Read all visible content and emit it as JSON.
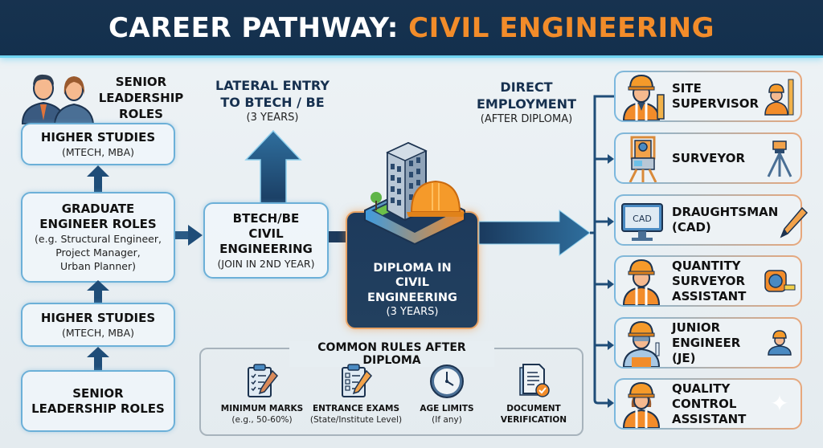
{
  "header": {
    "title_main": "CAREER PATHWAY:",
    "title_accent": "CIVIL ENGINEERING",
    "accent_color": "#f28c2a",
    "background_color": "#17324f"
  },
  "left_column": {
    "top_label": "SENIOR LEADERSHIP ROLES",
    "top_label_lines": [
      "SENIOR",
      "LEADERSHIP",
      "ROLES"
    ],
    "boxes": [
      {
        "title": "HIGHER STUDIES",
        "sub": "(MTECH, MBA)"
      },
      {
        "title_lines": [
          "GRADUATE",
          "ENGINEER ROLES"
        ],
        "sub_lines": [
          "(e.g. Structural Engineer,",
          "Project Manager,",
          "Urban Planner)"
        ]
      },
      {
        "title": "HIGHER STUDIES",
        "sub": "(MTECH, MBA)"
      },
      {
        "title_lines": [
          "SENIOR",
          "LEADERSHIP ROLES"
        ]
      }
    ]
  },
  "lateral": {
    "label_lines": [
      "LATERAL ENTRY",
      "TO BTECH / BE"
    ],
    "label_sub": "(3 YEARS)",
    "box_title_lines": [
      "BTECH/BE",
      "CIVIL",
      "ENGINEERING"
    ],
    "box_sub": "(JOIN IN 2ND YEAR)"
  },
  "diploma": {
    "title_lines": [
      "DIPLOMA IN",
      "CIVIL",
      "ENGINEERING"
    ],
    "sub": "(3 YEARS)"
  },
  "direct": {
    "label_lines": [
      "DIRECT",
      "EMPLOYMENT"
    ],
    "label_sub": "(AFTER DIPLOMA)"
  },
  "jobs": [
    {
      "label_lines": [
        "SITE",
        "SUPERVISOR"
      ],
      "icon": "supervisor-icon",
      "deco": "worker-ruler-icon"
    },
    {
      "label_lines": [
        "SURVEYOR"
      ],
      "icon": "total-station-icon",
      "deco": "tripod-icon"
    },
    {
      "label_lines": [
        "DRAUGHTSMAN",
        "(CAD)"
      ],
      "icon": "cad-monitor-icon",
      "deco": "pencil-icon",
      "monitor_text": "CAD"
    },
    {
      "label_lines": [
        "QUANTITY",
        "SURVEYOR",
        "ASSISTANT"
      ],
      "icon": "worker-icon",
      "deco": "tape-measure-icon"
    },
    {
      "label_lines": [
        "JUNIOR",
        "ENGINEER (JE)"
      ],
      "icon": "engineer-icon",
      "deco": "small-worker-icon"
    },
    {
      "label_lines": [
        "QUALITY CONTROL",
        "ASSISTANT"
      ],
      "icon": "female-worker-icon",
      "deco": ""
    }
  ],
  "rules": {
    "title": "COMMON RULES AFTER DIPLOMA",
    "items": [
      {
        "title": "MINIMUM MARKS",
        "sub": "(e.g., 50-60%)",
        "icon": "checklist-pencil-icon"
      },
      {
        "title": "ENTRANCE EXAMS",
        "sub": "(State/Institute Level)",
        "icon": "exam-clipboard-icon"
      },
      {
        "title": "AGE LIMITS",
        "sub": "(If any)",
        "icon": "clock-icon"
      },
      {
        "title_lines": [
          "DOCUMENT",
          "VERIFICATION"
        ],
        "icon": "document-check-icon"
      }
    ]
  }
}
